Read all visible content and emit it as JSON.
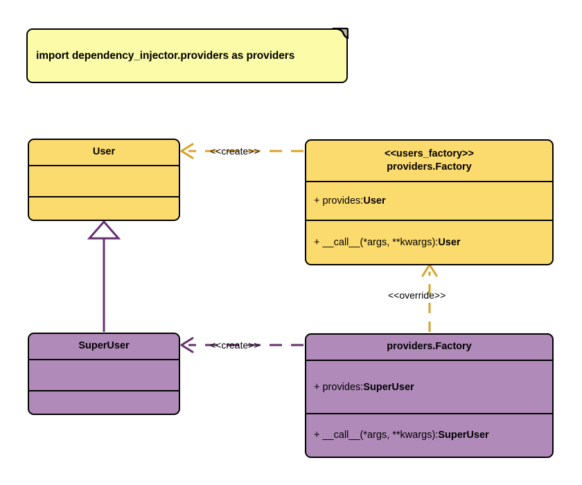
{
  "diagram": {
    "type": "uml-class-diagram",
    "background": "#ffffff",
    "note": {
      "text": "import dependency_injector.providers as providers",
      "fill": "#fcfca8",
      "stroke": "#000000"
    },
    "classes": [
      {
        "id": "user",
        "stereotype": "",
        "name": "User",
        "fill": "#fcdb6e",
        "stroke": "#000000",
        "attributes": [],
        "methods": []
      },
      {
        "id": "users-factory",
        "stereotype": "<<users_factory>>",
        "name": "providers.Factory",
        "fill": "#fcdb6e",
        "stroke": "#000000",
        "attribute_prefix": "+ provides: ",
        "attribute_type": "User",
        "method_prefix": "+ __call__(*args, **kwargs): ",
        "method_type": "User"
      },
      {
        "id": "superuser",
        "stereotype": "",
        "name": "SuperUser",
        "fill": "#b08ab9",
        "stroke": "#000000",
        "attributes": [],
        "methods": []
      },
      {
        "id": "providers-factory",
        "stereotype": "",
        "name": "providers.Factory",
        "fill": "#b08ab9",
        "stroke": "#000000",
        "attribute_prefix": "+ provides: ",
        "attribute_type": "SuperUser",
        "method_prefix": "+ __call__(*args, **kwargs): ",
        "method_type": "SuperUser"
      }
    ],
    "edges": [
      {
        "id": "create-user",
        "label": "<<create>>",
        "from": "users-factory",
        "to": "user",
        "style": "dashed",
        "arrow": "open",
        "color": "#d9a227"
      },
      {
        "id": "create-superuser",
        "label": "<<create>>",
        "from": "providers-factory",
        "to": "superuser",
        "style": "dashed",
        "arrow": "open",
        "color": "#66306e"
      },
      {
        "id": "override",
        "label": "<<override>>",
        "from": "providers-factory",
        "to": "users-factory",
        "style": "dashed",
        "arrow": "open",
        "color": "#d9a227"
      },
      {
        "id": "generalization",
        "label": "",
        "from": "superuser",
        "to": "user",
        "style": "solid",
        "arrow": "hollow-triangle",
        "color": "#66306e"
      }
    ]
  }
}
